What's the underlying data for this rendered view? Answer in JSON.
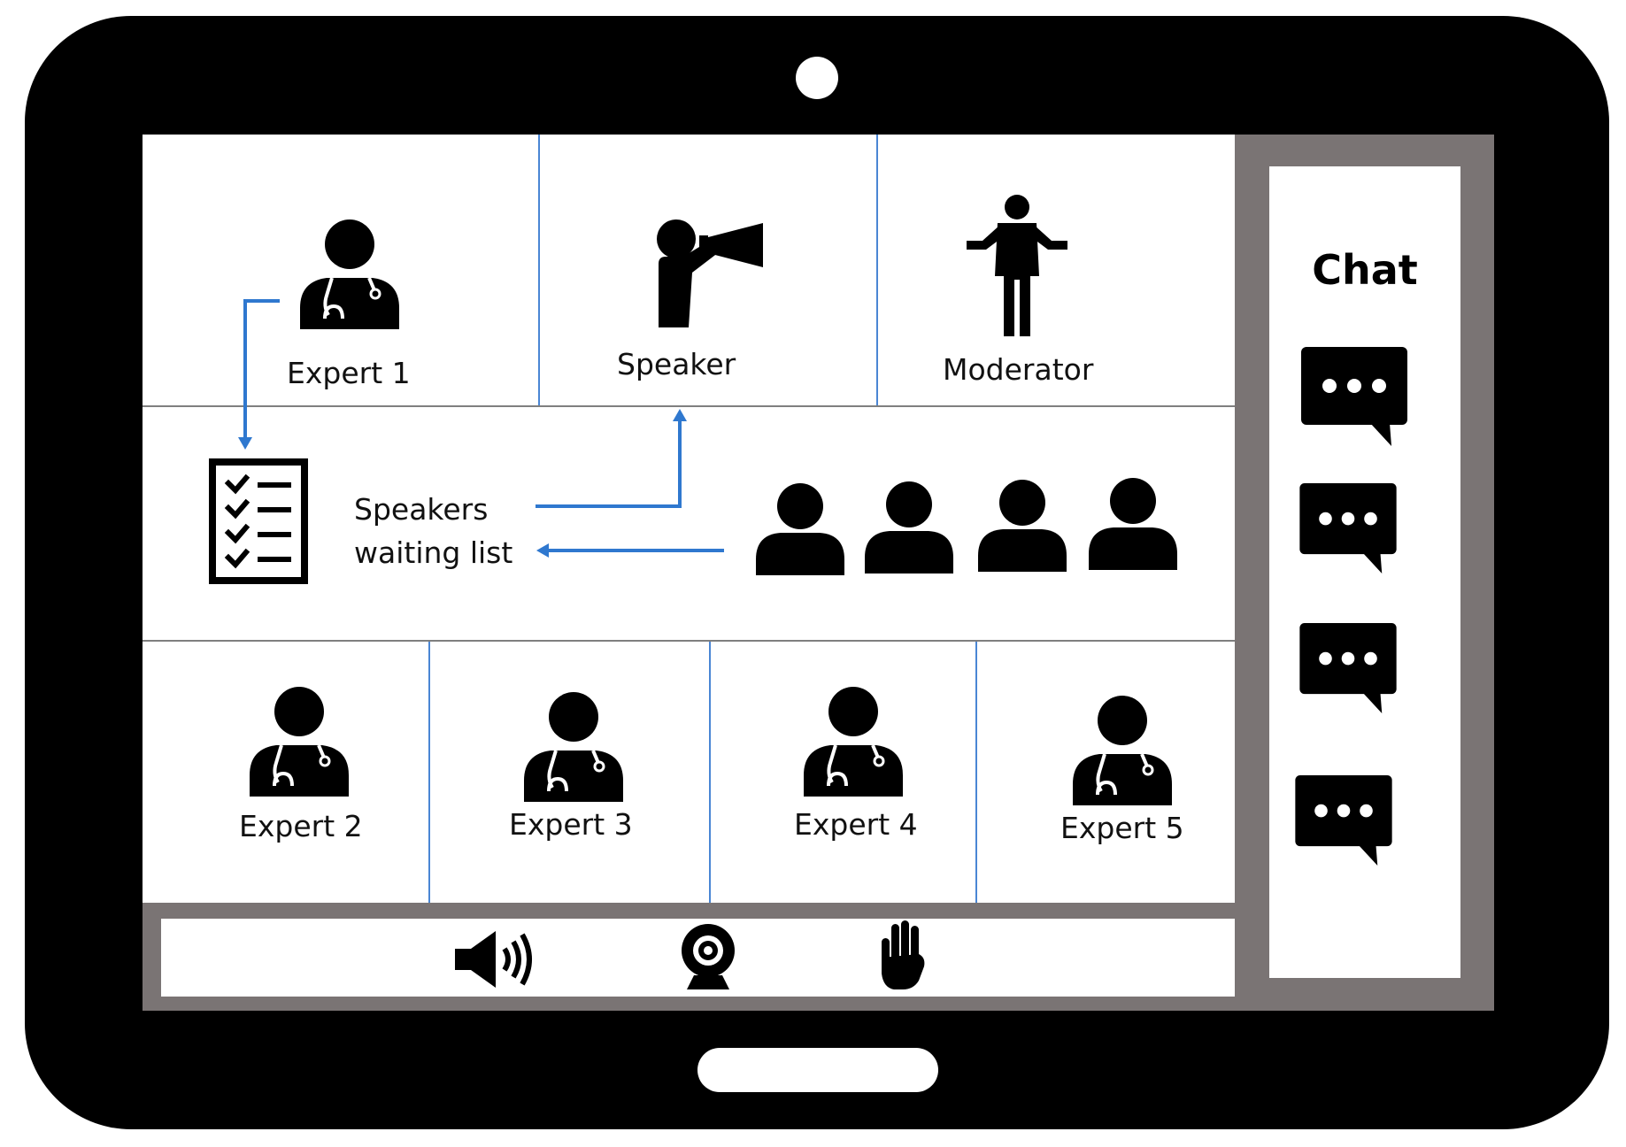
{
  "diagram": {
    "top_row": {
      "expert_1": {
        "label": "Expert 1",
        "icon": "doctor-icon"
      },
      "speaker": {
        "label": "Speaker",
        "icon": "megaphone-person-icon"
      },
      "moderator": {
        "label": "Moderator",
        "icon": "standing-person-icon"
      }
    },
    "waiting_list": {
      "label_line1": "Speakers",
      "label_line2": "waiting list",
      "icon": "checklist-icon",
      "participants_icon": "person-icon"
    },
    "bottom_row": {
      "experts": [
        {
          "label": "Expert 2",
          "icon": "doctor-icon"
        },
        {
          "label": "Expert 3",
          "icon": "doctor-icon"
        },
        {
          "label": "Expert 4",
          "icon": "doctor-icon"
        },
        {
          "label": "Expert 5",
          "icon": "doctor-icon"
        }
      ]
    },
    "chat": {
      "title": "Chat",
      "message_icon": "chat-bubble-icon"
    },
    "toolbar": {
      "icons": [
        "speaker-volume-icon",
        "webcam-icon",
        "raise-hand-icon"
      ]
    },
    "colors": {
      "device": "#000000",
      "frame": "#7a7474",
      "arrow": "#2f78cf",
      "divider_blue": "#4a86d4"
    }
  }
}
